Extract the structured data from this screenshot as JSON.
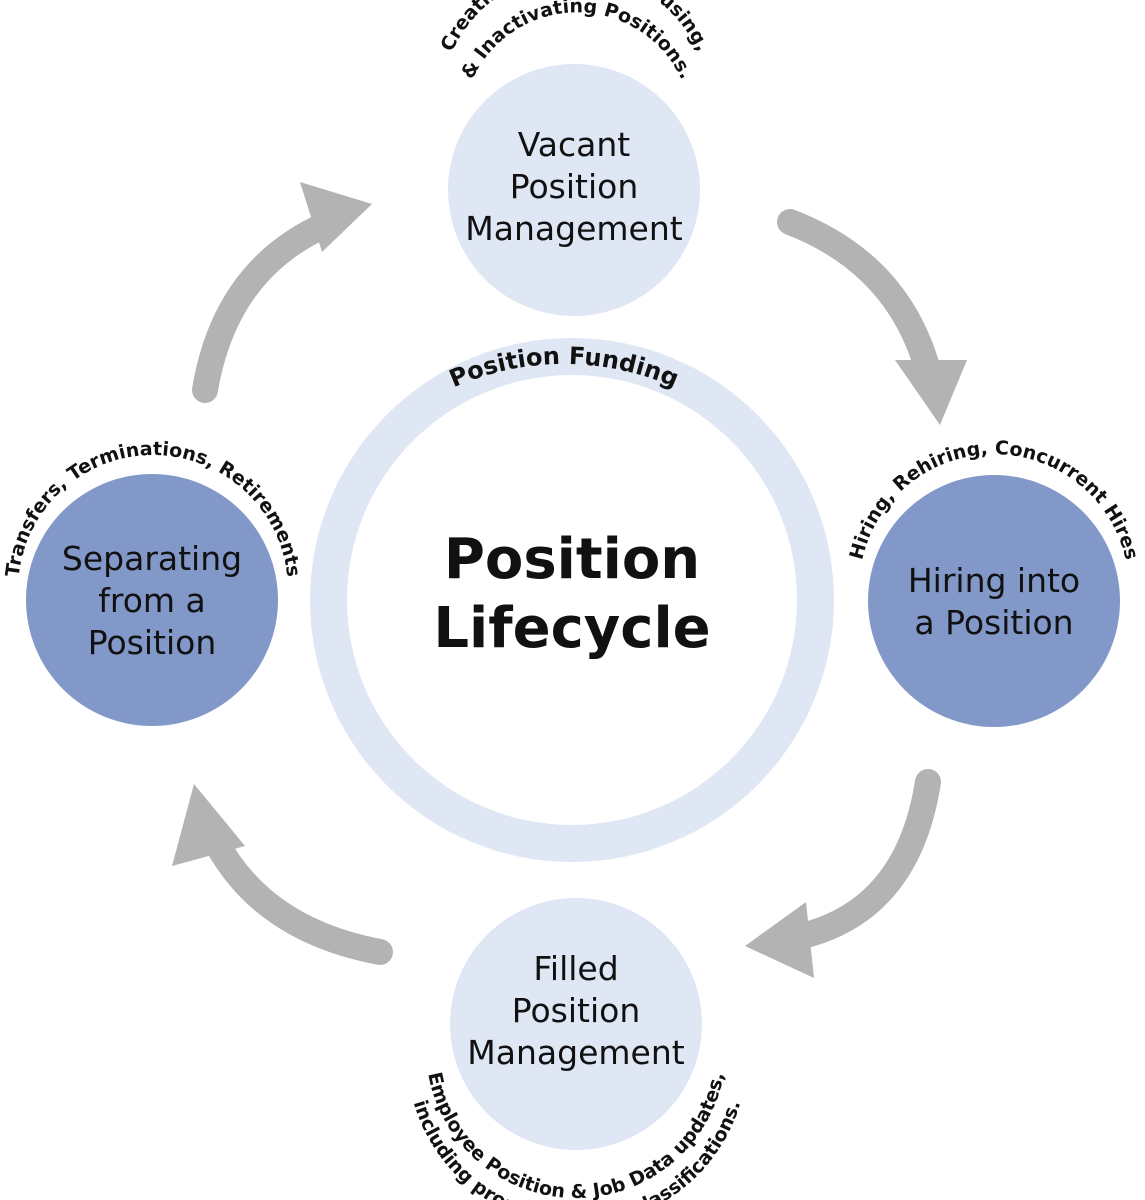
{
  "colors": {
    "light_circle": "#dfe6f4",
    "dark_circle": "#8198c8",
    "arrow": "#b3b3b3",
    "text": "#111111"
  },
  "center": {
    "title_line1": "Position",
    "title_line2": "Lifecycle",
    "ring_label": "Position Funding"
  },
  "nodes": {
    "vacant": {
      "line1": "Vacant",
      "line2": "Position",
      "line3": "Management",
      "arc_line1": "Creating, Updating, Reusing,",
      "arc_line2": "& Inactivating Positions."
    },
    "hiring": {
      "line1": "Hiring into",
      "line2": "a Position",
      "arc_line1": "Hiring, Rehiring, Concurrent Hires"
    },
    "filled": {
      "line1": "Filled",
      "line2": "Position",
      "line3": "Management",
      "arc_line1": "Employee Position & Job Data updates,",
      "arc_line2": "including promotions & reclassifications."
    },
    "separating": {
      "line1": "Separating",
      "line2": "from a",
      "line3": "Position",
      "arc_line1": "Transfers, Terminations, Retirements"
    }
  }
}
